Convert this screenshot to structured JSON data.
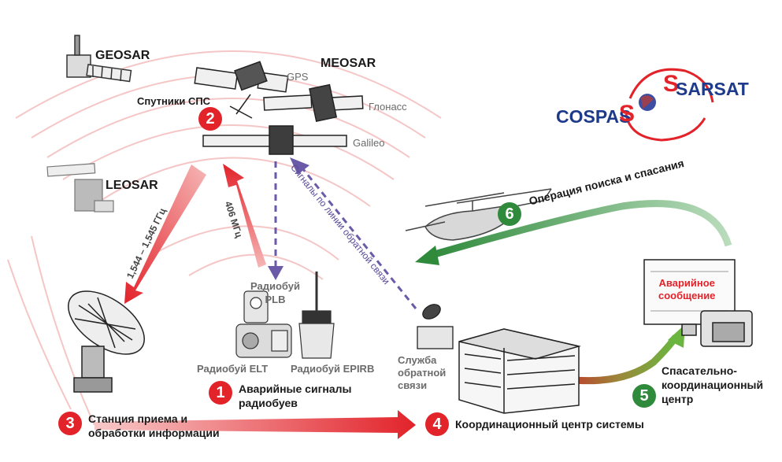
{
  "logo": {
    "left_text": "COSPAS",
    "right_text": "SARSAT",
    "letter": "S"
  },
  "satellites": {
    "geosar": "GEOSAR",
    "meosar": "MEOSAR",
    "leosar": "LEOSAR",
    "gps": "GPS",
    "glonass": "Глонасс",
    "galileo": "Galileo",
    "caption": "Спутники СПС"
  },
  "beacons": {
    "plb": "Радиобуй\nPLB",
    "elt": "Радиобуй ELT",
    "epirb": "Радиобуй EPIRB"
  },
  "links": {
    "freq_406": "406 МГц",
    "freq_ghz": "1,544 – 1,545 ГГц",
    "return_link": "Сигналы по линии обратной связи"
  },
  "steps": [
    {
      "num": "1",
      "label": "Аварийные сигналы\nрадиобуев"
    },
    {
      "num": "2",
      "label": ""
    },
    {
      "num": "3",
      "label": "Станция приема и\nобработки информации"
    },
    {
      "num": "4",
      "label": "Координационный центр системы"
    },
    {
      "num": "5",
      "label": "Спасательно-\nкоординационный\nцентр"
    },
    {
      "num": "6",
      "label": "Операция поиска и спасания"
    }
  ],
  "return_service": "Служба\nобратной\nсвязи",
  "screen_alert": "Аварийное\nсообщение",
  "colors": {
    "red": "#e2232a",
    "green": "#2f8a3c",
    "purple": "#6a5aa8",
    "logo_blue": "#1e3a8a"
  }
}
